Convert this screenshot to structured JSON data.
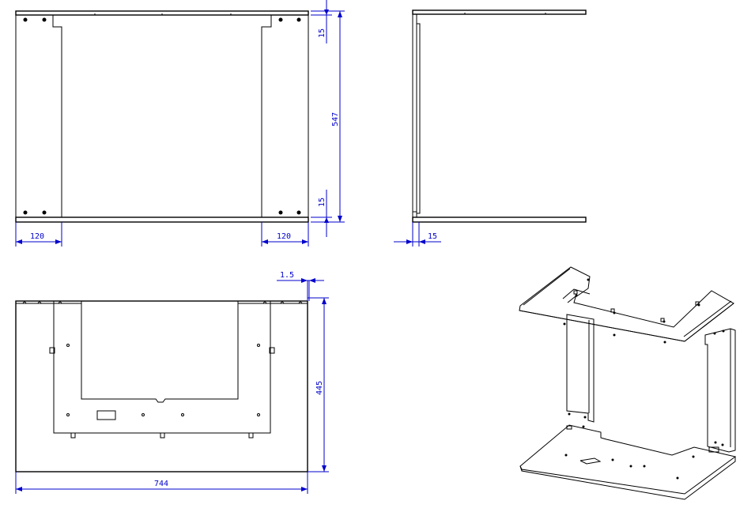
{
  "front_view": {
    "dim_top": "15",
    "dim_height": "547",
    "dim_bottom": "15",
    "dim_left_width": "120",
    "dim_right_width": "120"
  },
  "side_view": {
    "dim_flange": "15"
  },
  "plan_view": {
    "dim_thickness": "1.5",
    "dim_depth": "445",
    "dim_width": "744"
  },
  "colors": {
    "outline": "#000000",
    "dimension": "#0000cc",
    "background": "#ffffff"
  }
}
